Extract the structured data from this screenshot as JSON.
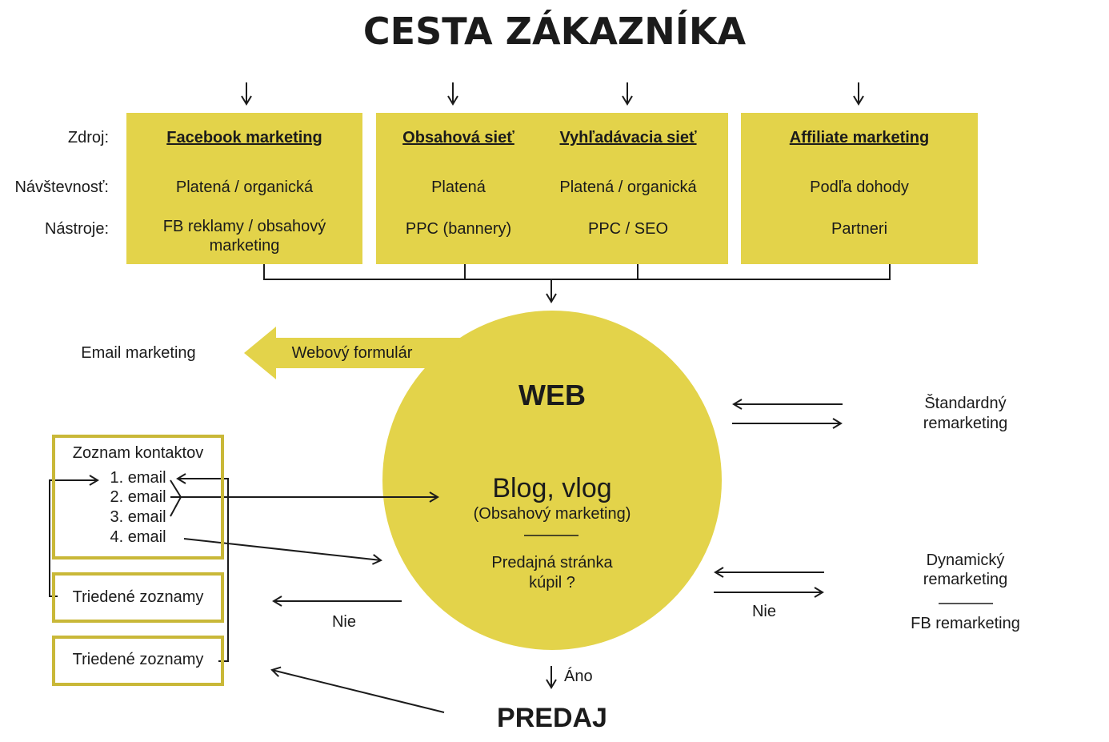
{
  "title": "CESTA ZÁKAZNÍKA",
  "row_labels": {
    "source": "Zdroj:",
    "traffic": "Návštevnosť:",
    "tools": "Nástroje:"
  },
  "sources": [
    {
      "name": "Facebook marketing",
      "traffic": "Platená / organická",
      "tools_line1": "FB reklamy / obsahový",
      "tools_line2": "marketing"
    },
    {
      "name": "Obsahová sieť",
      "traffic": "Platená",
      "tools_line1": "PPC (bannery)"
    },
    {
      "name": "Vyhľadávacia sieť",
      "traffic": "Platená / organická",
      "tools_line1": "PPC / SEO"
    },
    {
      "name": "Affiliate marketing",
      "traffic": "Podľa dohody",
      "tools_line1": "Partneri"
    }
  ],
  "left_panel": {
    "title": "Email marketing",
    "contacts_title": "Zoznam kontaktov",
    "emails": [
      "1. email",
      "2. email",
      "3. email",
      "4. email"
    ],
    "sorted_lists_1": "Triedené zoznamy",
    "sorted_lists_2": "Triedené zoznamy"
  },
  "web_form_arrow": "Webový formulár",
  "circle": {
    "web": "WEB",
    "blog": "Blog, vlog",
    "blog_sub": "(Obsahový marketing)",
    "sales_page": "Predajná stránka",
    "bought": "kúpil ?"
  },
  "no_left": "Nie",
  "no_right": "Nie",
  "yes": "Áno",
  "sale": "PREDAJ",
  "right_panel": {
    "standard_line1": "Štandardný",
    "standard_line2": "remarketing",
    "dynamic_line1": "Dynamický",
    "dynamic_line2": "remarketing",
    "fb": "FB remarketing"
  },
  "colors": {
    "panel": "#e3d34a",
    "circle": "#e3d34a",
    "inner_border": "#c9b838",
    "line": "#1b1b1b"
  }
}
